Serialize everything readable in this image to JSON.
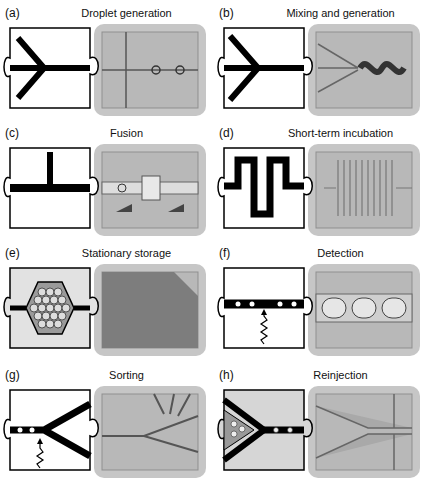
{
  "diagram": {
    "nodes": [
      {
        "text": [
          "Droplet generation"
        ]
      },
      {
        "text": [
          "Mixing and generation"
        ]
      },
      {
        "text": [
          "Fusion"
        ]
      },
      {
        "text": [
          "Short-term incubation"
        ]
      },
      {
        "text": [
          "Stationary storage"
        ]
      },
      {
        "text": [
          "Detection"
        ]
      },
      {
        "text": [
          "Sorting"
        ]
      },
      {
        "text": [
          "Reinjection"
        ]
      }
    ],
    "labels": [
      "(a)",
      "(b)",
      "(c)",
      "(d)",
      "(e)",
      "(f)",
      "(g)",
      "(h)"
    ]
  }
}
